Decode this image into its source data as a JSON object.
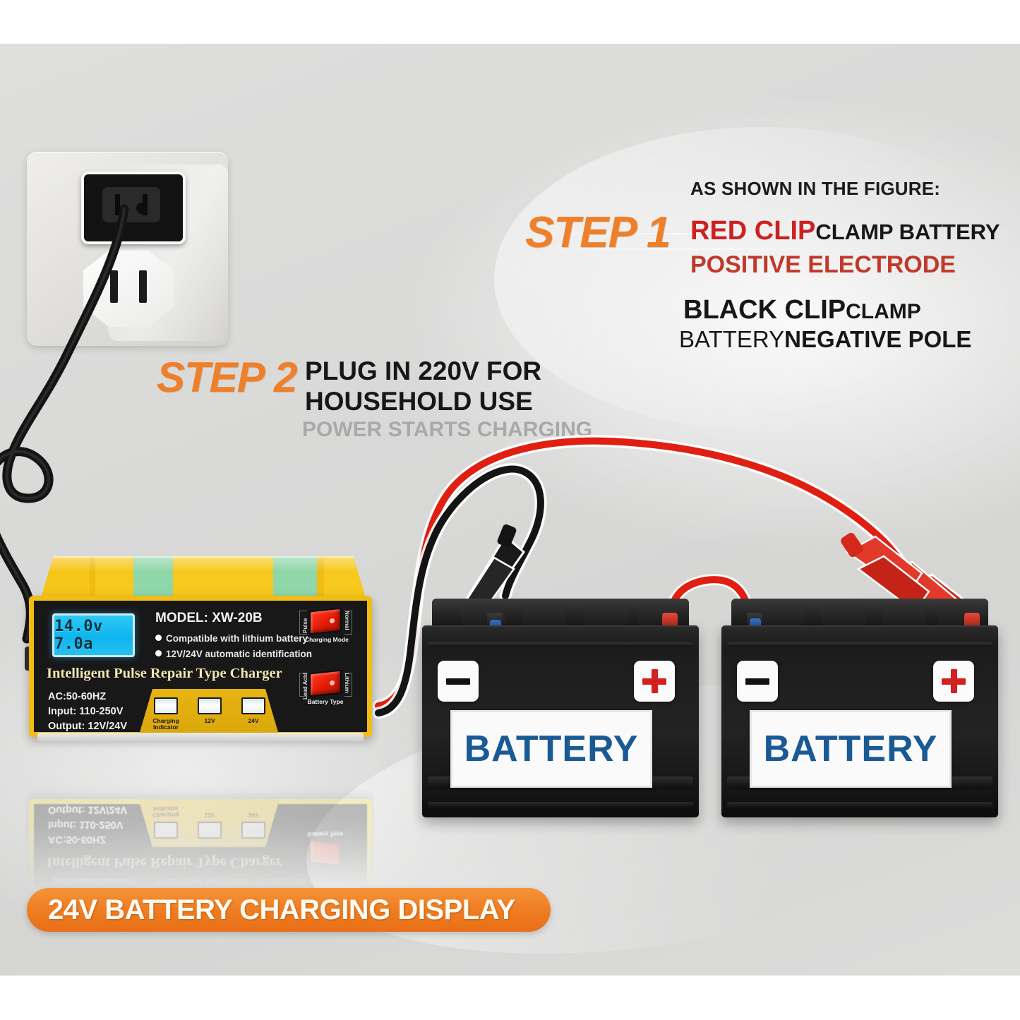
{
  "background": {
    "color": "#d9d9d8",
    "page_color": "#ffffff"
  },
  "accent": {
    "orange": "#ee7f2b",
    "red": "#cf2020",
    "banner_orange": "#ef7d22",
    "battery_blue": "#1a5a94",
    "charger_yellow": "#f5c518",
    "charger_green": "#8fd6a8"
  },
  "steps": {
    "step1": {
      "label": "STEP 1",
      "heading": "AS SHOWN IN THE FIGURE:",
      "line1_red": "RED CLIP",
      "line1_dark": "CLAMP BATTERY",
      "line2_red": "POSITIVE ELECTRODE",
      "line3_dark_bold": "BLACK CLIP",
      "line3_dark_small": "CLAMP",
      "line4_small": "BATTERY",
      "line4_bold": "NEGATIVE POLE"
    },
    "step2": {
      "label": "STEP 2",
      "line1": "PLUG IN 220V FOR",
      "line2": "HOUSEHOLD USE",
      "line3": "POWER STARTS CHARGING"
    }
  },
  "charger": {
    "lcd_value": "14.0v 7.0a",
    "model": "MODEL: XW-20B",
    "bullets": [
      "Compatible with lithium battery",
      "12V/24V automatic identification"
    ],
    "brand_line": "Intelligent Pulse Repair Type  Charger",
    "specs": [
      "AC:50-60HZ",
      "Input: 110-250V",
      "Output: 12V/24V"
    ],
    "leds": [
      {
        "label_line1": "Charging",
        "label_line2": "Indicator"
      },
      {
        "label_line1": "12V",
        "label_line2": ""
      },
      {
        "label_line1": "24V",
        "label_line2": ""
      }
    ],
    "switches": [
      {
        "label": "Charging Mode",
        "left_side": "Pulse",
        "right_side": "Normal"
      },
      {
        "label": "Battery Type",
        "left_side": "Lead Acid",
        "right_side": "Lithium"
      }
    ]
  },
  "batteries": [
    {
      "label": "BATTERY",
      "left_terminal": "minus",
      "right_terminal": "plus"
    },
    {
      "label": "BATTERY",
      "left_terminal": "minus",
      "right_terminal": "plus"
    }
  ],
  "banner": {
    "text": "24V BATTERY CHARGING DISPLAY"
  },
  "outlet": {
    "plug_state": "plugged-in",
    "socket_state": "empty"
  },
  "cables": {
    "mains_color": "#121212",
    "negative_color": "#141414",
    "positive_color": "#e01f12",
    "jumper_color": "#e01f12"
  }
}
